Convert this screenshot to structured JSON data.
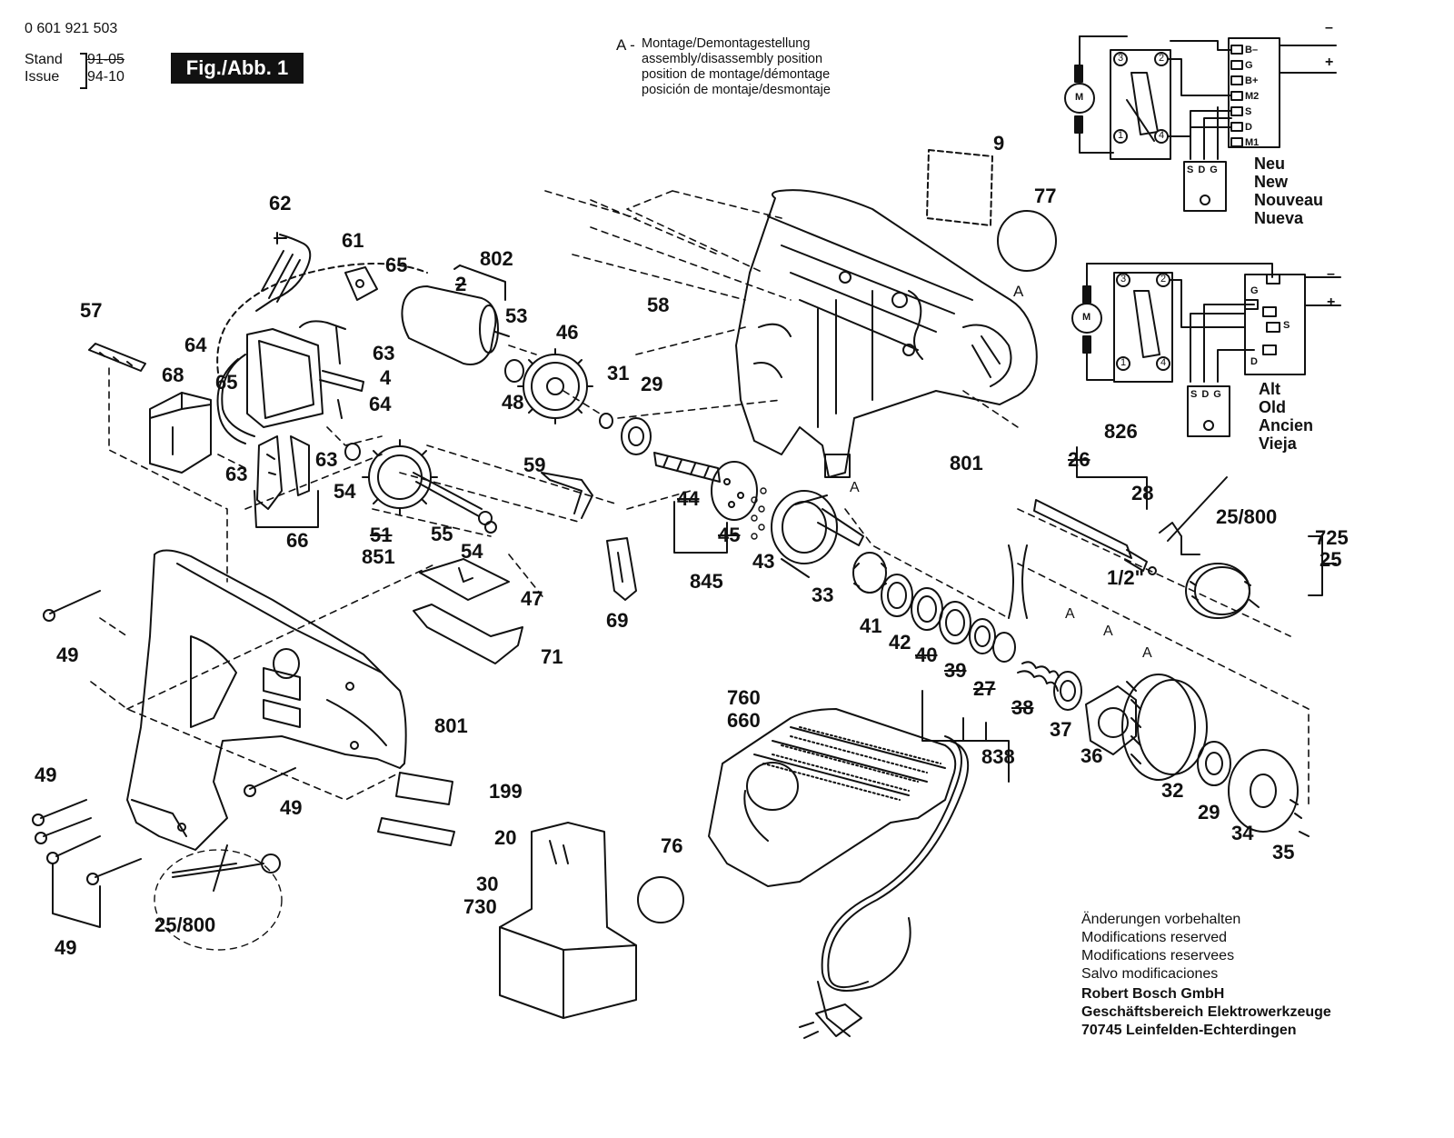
{
  "header": {
    "part_number": "0 601 921 503",
    "stand_label": "Stand",
    "issue_label": "Issue",
    "stand_value": "91-05",
    "issue_value": "94-10",
    "figure_label": "Fig./Abb. 1"
  },
  "assembly_legend": {
    "marker": "A -",
    "lines": [
      "Montage/Demontagestellung",
      "assembly/disassembly position",
      "position de montage/démontage",
      "posición de montaje/desmontaje"
    ]
  },
  "wiring_new": {
    "title": [
      "Neu",
      "New",
      "Nouveau",
      "Nueva"
    ],
    "terminals": [
      "B–",
      "G",
      "B+",
      "M2",
      "S",
      "D",
      "M1"
    ],
    "circle_labels": [
      "3",
      "2",
      "1",
      "4"
    ],
    "plus": "+",
    "minus": "–",
    "motor": "M",
    "sdg": [
      "S",
      "D",
      "G"
    ]
  },
  "wiring_old": {
    "title": [
      "Alt",
      "Old",
      "Ancien",
      "Vieja"
    ],
    "terminals": [
      "G",
      "S",
      "D"
    ],
    "circle_labels": [
      "3",
      "2",
      "1",
      "4"
    ],
    "plus": "+",
    "minus": "–",
    "motor": "M",
    "sdg": [
      "S",
      "D",
      "G"
    ]
  },
  "part_labels": [
    "62",
    "61",
    "65",
    "802",
    "2",
    "53",
    "57",
    "64",
    "63",
    "4",
    "65",
    "64",
    "68",
    "46",
    "48",
    "58",
    "31",
    "29",
    "9",
    "77",
    "A",
    "63",
    "63",
    "54",
    "59",
    "44",
    "45",
    "845",
    "43",
    "801",
    "66",
    "51",
    "851",
    "55",
    "54",
    "47",
    "69",
    "33",
    "41",
    "42",
    "40",
    "39",
    "27",
    "38",
    "37",
    "36",
    "32",
    "29",
    "34",
    "35",
    "826",
    "26",
    "28",
    "25/800",
    "725",
    "25",
    "1/2\"",
    "49",
    "71",
    "801",
    "760",
    "660",
    "49",
    "199",
    "49",
    "20",
    "838",
    "49",
    "25/800",
    "30",
    "730",
    "76",
    "A",
    "A",
    "A",
    "A"
  ],
  "footer": {
    "lines": [
      "Änderungen vorbehalten",
      "Modifications reserved",
      "Modifications reservees",
      "Salvo modificaciones"
    ],
    "company": [
      "Robert Bosch GmbH",
      "Geschäftsbereich Elektrowerkzeuge",
      "70745 Leinfelden-Echterdingen"
    ]
  }
}
